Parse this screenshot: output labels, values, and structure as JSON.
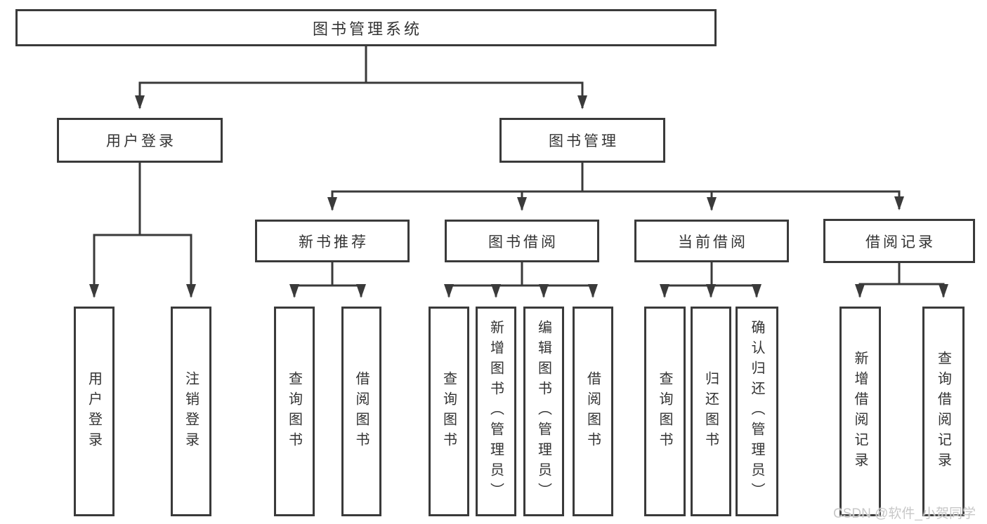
{
  "diagram": {
    "root": {
      "label": "图书管理系统",
      "children": [
        {
          "label": "用户登录",
          "children": [
            {
              "label": "用户登录"
            },
            {
              "label": "注销登录"
            }
          ]
        },
        {
          "label": "图书管理",
          "children": [
            {
              "label": "新书推荐",
              "children": [
                {
                  "label": "查询图书"
                },
                {
                  "label": "借阅图书"
                }
              ]
            },
            {
              "label": "图书借阅",
              "children": [
                {
                  "label": "查询图书"
                },
                {
                  "label": "新增图书（管理员）"
                },
                {
                  "label": "编辑图书（管理员）"
                },
                {
                  "label": "借阅图书"
                }
              ]
            },
            {
              "label": "当前借阅",
              "children": [
                {
                  "label": "查询图书"
                },
                {
                  "label": "归还图书"
                },
                {
                  "label": "确认归还（管理员）"
                }
              ]
            },
            {
              "label": "借阅记录",
              "children": [
                {
                  "label": "新增借阅记录"
                },
                {
                  "label": "查询借阅记录"
                }
              ]
            }
          ]
        }
      ]
    }
  },
  "watermark": {
    "text": "CSDN @软件_小贺同学"
  },
  "colors": {
    "line": "#3a3a3a",
    "text": "#333333",
    "watermark": "#c8c8c8",
    "background": "#ffffff"
  }
}
